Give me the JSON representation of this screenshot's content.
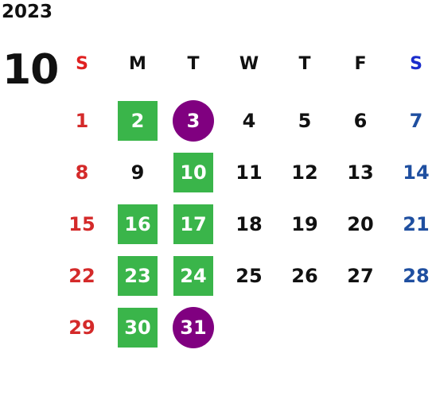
{
  "year": "2023",
  "month": "10",
  "weekdays": [
    {
      "label": "S",
      "color": "#e02020"
    },
    {
      "label": "M",
      "color": "#111111"
    },
    {
      "label": "T",
      "color": "#111111"
    },
    {
      "label": "W",
      "color": "#111111"
    },
    {
      "label": "T",
      "color": "#111111"
    },
    {
      "label": "F",
      "color": "#111111"
    },
    {
      "label": "S",
      "color": "#1a2ccc"
    }
  ],
  "first_weekday_index": 0,
  "days_in_month": 31,
  "sunday_color": "#d42a2a",
  "saturday_color": "#1f4fa0",
  "weekday_color": "#111111",
  "highlight_green": [
    2,
    10,
    16,
    17,
    23,
    24,
    30
  ],
  "highlight_purple": [
    3,
    31
  ],
  "green_color": "#3ab54a",
  "purple_color": "#800080"
}
